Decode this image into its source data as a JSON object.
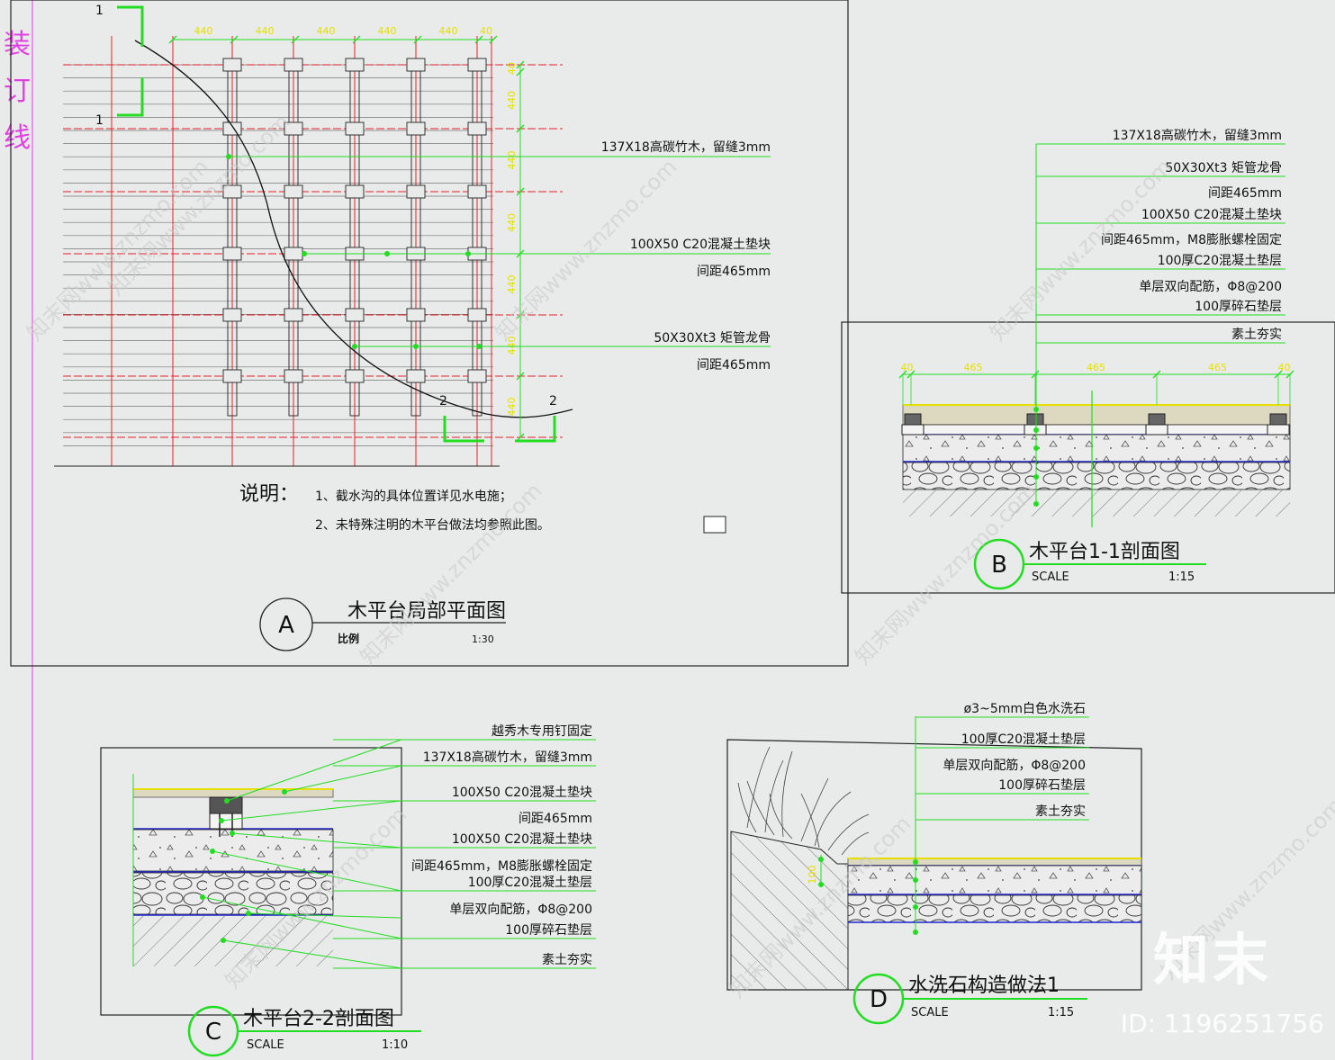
{
  "binder": {
    "text": "装订线"
  },
  "detail_a": {
    "symbol": "A",
    "title": "木平台局部平面图",
    "scale_label": "比例",
    "scale": "1:30",
    "dims_top": [
      "440",
      "440",
      "440",
      "440",
      "440",
      "40"
    ],
    "dims_side": [
      "40",
      "440",
      "440",
      "440",
      "440",
      "440",
      "440"
    ],
    "section_1": "1",
    "section_2": "2",
    "callouts": [
      {
        "line1": "137X18高碳竹木，留缝3mm",
        "line2": ""
      },
      {
        "line1": "100X50 C20混凝土垫块",
        "line2": "间距465mm"
      },
      {
        "line1": "50X30Xt3 矩管龙骨",
        "line2": "间距465mm"
      }
    ],
    "notes_heading": "说明：",
    "notes": [
      "1、截水沟的具体位置详见水电施；",
      "2、未特殊注明的木平台做法均参照此图。"
    ]
  },
  "detail_b": {
    "symbol": "B",
    "title": "木平台1-1剖面图",
    "scale_label": "SCALE",
    "scale": "1:15",
    "dims": [
      "40",
      "465",
      "465",
      "465",
      "40"
    ],
    "callouts": [
      "137X18高碳竹木，留缝3mm",
      "50X30Xt3 矩管龙骨",
      "间距465mm",
      "100X50 C20混凝土垫块",
      "间距465mm，M8膨胀螺栓固定",
      "100厚C20混凝土垫层",
      "单层双向配筋，Φ8@200",
      "100厚碎石垫层",
      "素土夯实"
    ]
  },
  "detail_c": {
    "symbol": "C",
    "title": "木平台2-2剖面图",
    "scale_label": "SCALE",
    "scale": "1:10",
    "callouts": [
      "越秀木专用钉固定",
      "137X18高碳竹木，留缝3mm",
      "100X50 C20混凝土垫块",
      "间距465mm",
      "100X50 C20混凝土垫块",
      "间距465mm，M8膨胀螺栓固定",
      "100厚C20混凝土垫层",
      "单层双向配筋，Φ8@200",
      "100厚碎石垫层",
      "素土夯实"
    ]
  },
  "detail_d": {
    "symbol": "D",
    "title": "水洗石构造做法1",
    "scale_label": "SCALE",
    "scale": "1:15",
    "dim": "100",
    "callouts": [
      "ø3~5mm白色水洗石",
      "100厚C20混凝土垫层",
      "单层双向配筋，Φ8@200",
      "100厚碎石垫层",
      "素土夯实"
    ]
  },
  "watermark": {
    "text": "知末网www.znzmo.com"
  },
  "brand": {
    "text": "知末"
  },
  "image_id": {
    "text": "ID: 1196251756"
  },
  "colors": {
    "green": "#22dd22",
    "red": "#e8202a",
    "yellow": "#e6e000",
    "blue": "#2020d0",
    "magenta": "#e040e0"
  }
}
